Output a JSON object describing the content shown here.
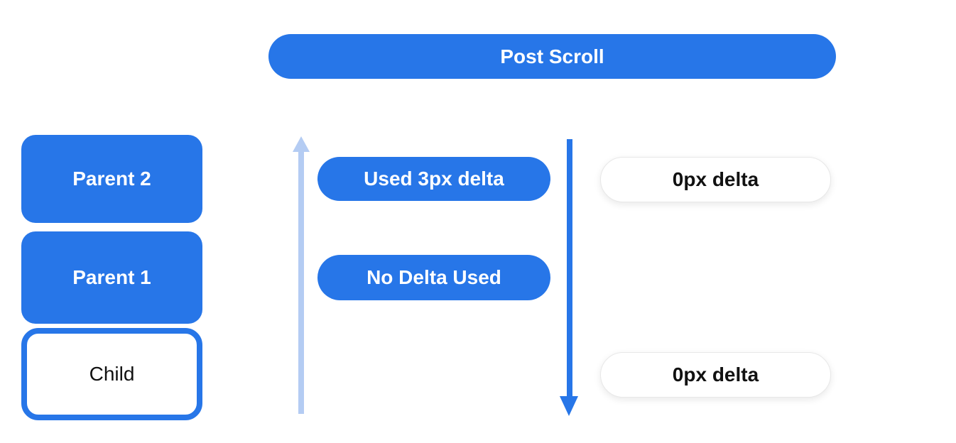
{
  "title_banner": {
    "label": "Post Scroll"
  },
  "widget_stack": {
    "boxes": [
      {
        "label": "Parent 2",
        "variant": "filled"
      },
      {
        "label": "Parent 1",
        "variant": "filled"
      },
      {
        "label": "Child",
        "variant": "outlined"
      }
    ]
  },
  "scroll_flow": {
    "icons": {
      "up_arrow": "upward-scroll-arrow",
      "down_arrow": "downward-scroll-arrow"
    },
    "delta_events": [
      {
        "label": "Used 3px delta"
      },
      {
        "label": "No Delta Used"
      }
    ],
    "delta_results": [
      {
        "label": "0px delta"
      },
      {
        "label": "0px delta"
      }
    ]
  },
  "colors": {
    "primary_blue": "#2776e8",
    "light_blue": "#b4ccf3",
    "pill_border": "#e8e8e8",
    "text_white": "#ffffff",
    "text_black": "#111111",
    "background": "#ffffff"
  }
}
